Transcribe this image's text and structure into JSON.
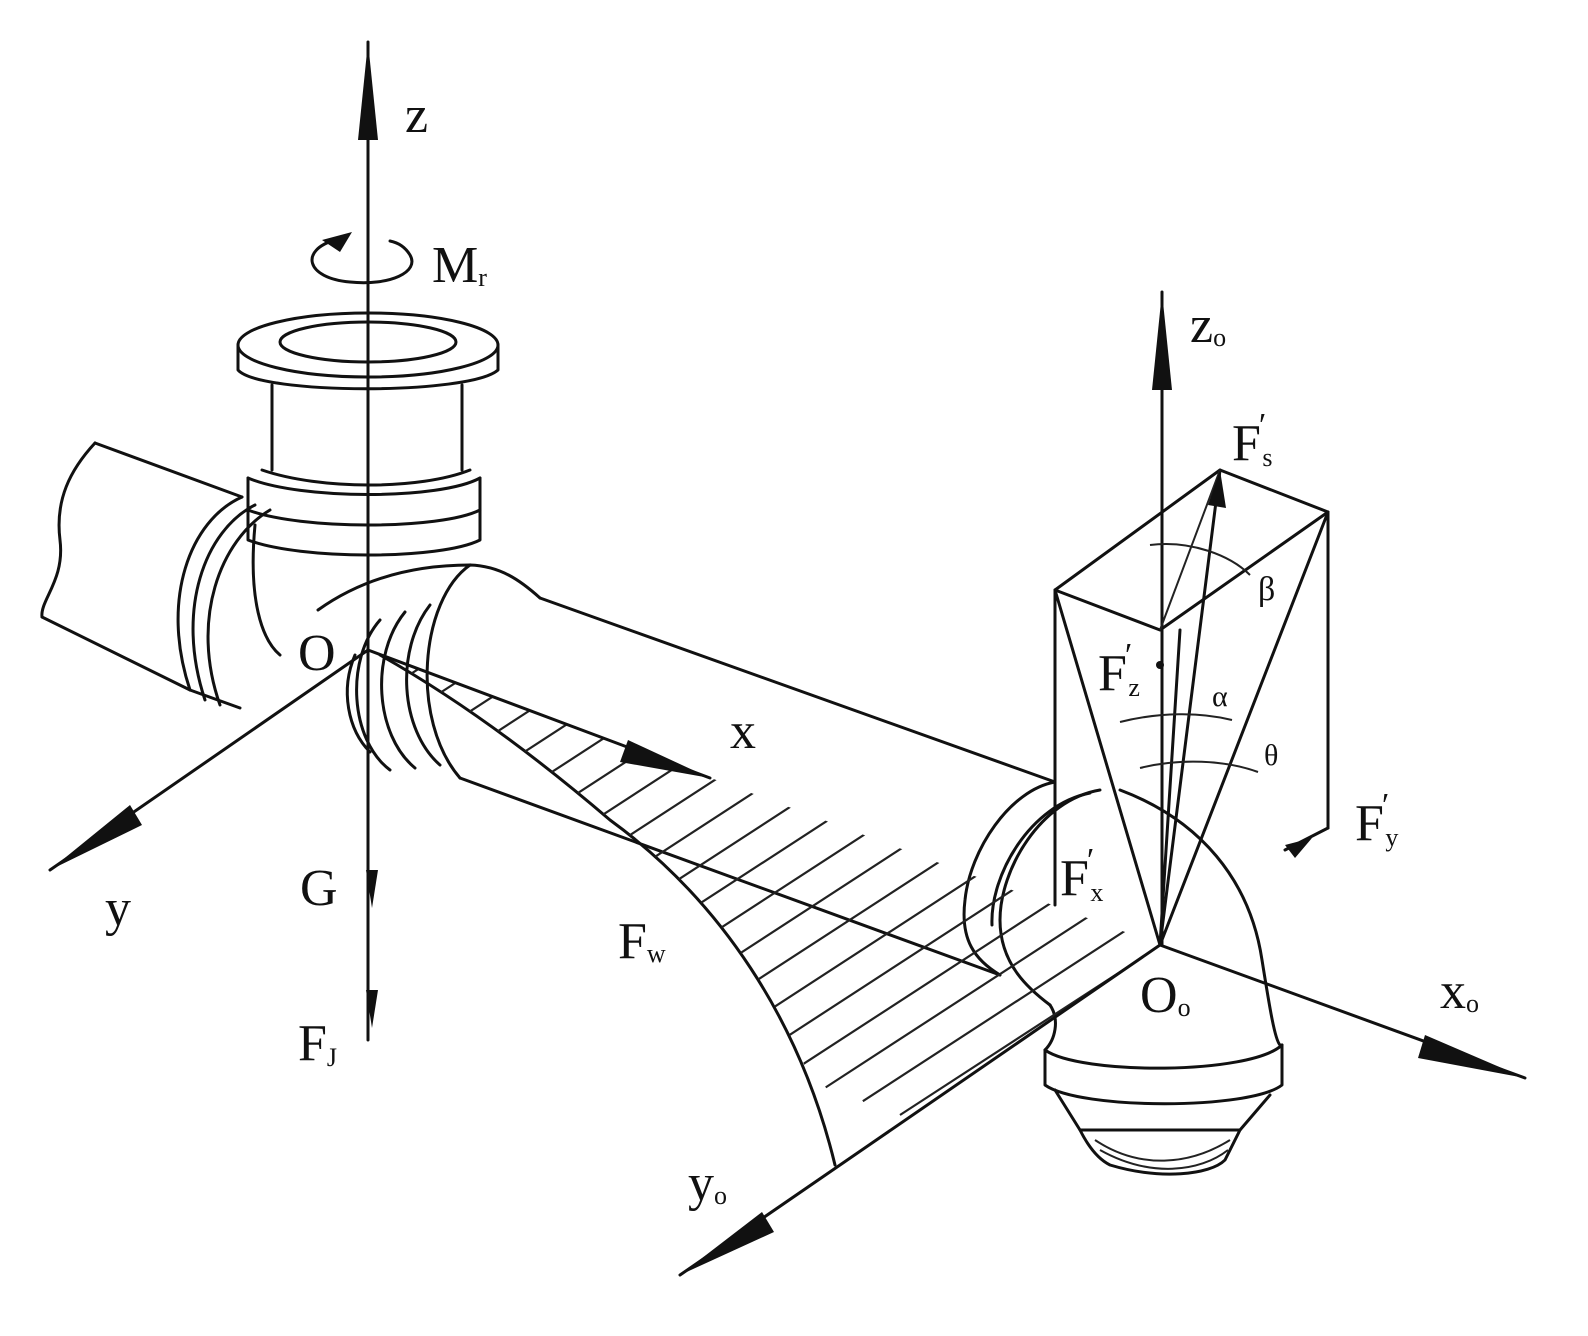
{
  "figure": {
    "labels": {
      "z": "z",
      "y": "y",
      "x": "x",
      "O": "O",
      "G": "G",
      "Mr": "M",
      "Mr_sub": "r",
      "FJ": "F",
      "FJ_sub": "J",
      "Fw": "F",
      "Fw_sub": "w",
      "z0": "z",
      "z0_sub": "o",
      "x0": "x",
      "x0_sub": "o",
      "y0": "y",
      "y0_sub": "o",
      "O0": "O",
      "O0_sub": "o",
      "Fs": "F",
      "Fs_sub": "s",
      "Fz": "F",
      "Fz_sub": "z",
      "Fx": "F",
      "Fx_sub": "x",
      "Fy": "F",
      "Fy_sub": "y",
      "prime": "′",
      "alpha": "α",
      "beta": "β",
      "theta": "θ"
    }
  }
}
